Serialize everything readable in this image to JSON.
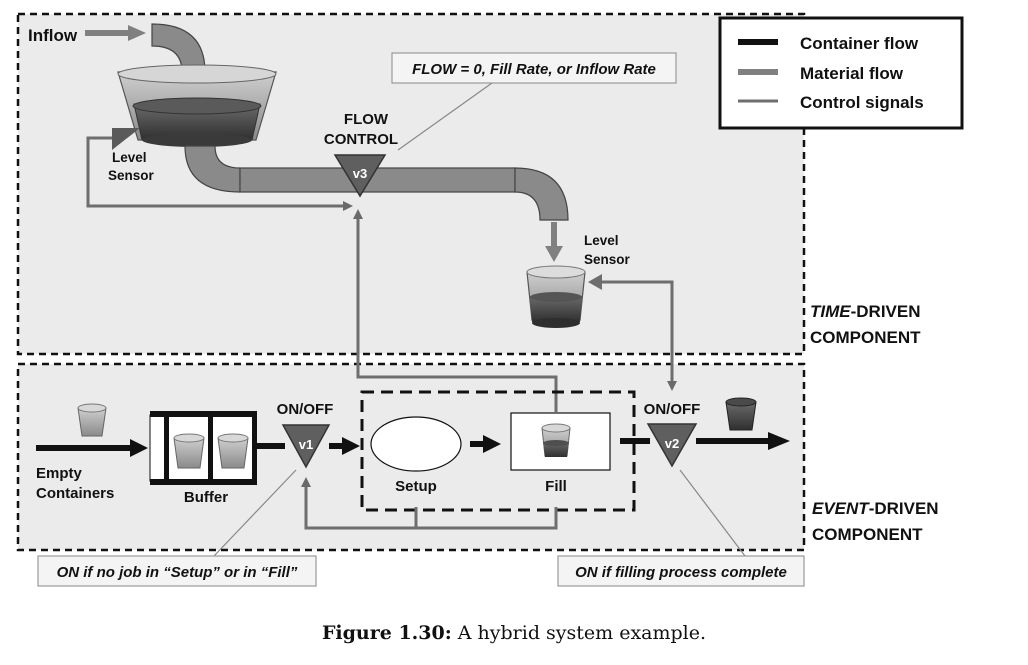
{
  "time_driven": {
    "title_italic": "TIME",
    "title_rest": "-DRIVEN",
    "title_line2": "COMPONENT"
  },
  "event_driven": {
    "title_italic": "EVENT",
    "title_rest": "-DRIVEN",
    "title_line2": "COMPONENT"
  },
  "labels": {
    "inflow": "Inflow",
    "level_sensor_1_line1": "Level",
    "level_sensor_1_line2": "Sensor",
    "level_sensor_2_line1": "Level",
    "level_sensor_2_line2": "Sensor",
    "flow_control_line1": "FLOW",
    "flow_control_line2": "CONTROL",
    "flow_callout": "FLOW = 0, Fill Rate, or Inflow Rate",
    "empty_containers_line1": "Empty",
    "empty_containers_line2": "Containers",
    "buffer": "Buffer",
    "on_off_1": "ON/OFF",
    "on_off_2": "ON/OFF",
    "setup": "Setup",
    "fill": "Fill",
    "callout_v1": "ON if no job in “Setup” or in “Fill”",
    "callout_v2": "ON if filling process complete"
  },
  "valves": {
    "v1": "v1",
    "v2": "v2",
    "v3": "v3"
  },
  "legend": {
    "container_flow": "Container flow",
    "material_flow": "Material flow",
    "control_signals": "Control signals"
  },
  "caption": {
    "label": "Figure 1.30:",
    "text": " A hybrid system example."
  },
  "colors": {
    "panel_bg": "#ebebeb",
    "pipe": "#7d7d7d",
    "container_flow": "#111111",
    "material_flow": "#808080",
    "control_signal": "#6e6e6e",
    "valve": "#5f5f5f"
  }
}
